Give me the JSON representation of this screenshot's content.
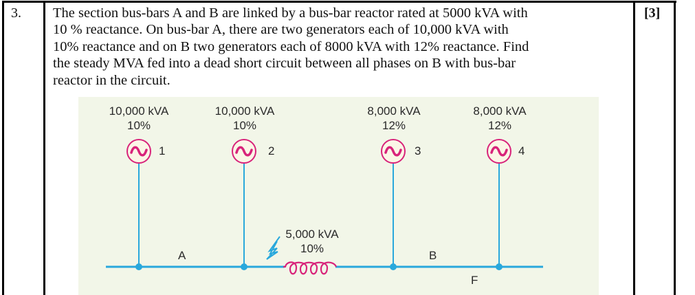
{
  "question": {
    "number": "3.",
    "text_lines": [
      "The section bus-bars A and B are linked by a bus-bar reactor rated at 5000 kVA with",
      "10 % reactance. On bus-bar A, there are two generators each of 10,000 kVA with",
      "10% reactance and on B two generators each of 8000 kVA with 12% reactance. Find",
      "the steady MVA fed into a dead short circuit between all phases on B with bus-bar",
      "reactor in the circuit."
    ],
    "marks": "[3]"
  },
  "diagram": {
    "colors": {
      "background": "#f2f6e8",
      "line": "#29a8dc",
      "generator": "#d8237a",
      "generator_fill": "#fbf6e6",
      "reactor": "#d8237a",
      "text": "#2a2a2a"
    },
    "generators": [
      {
        "id": "1",
        "rating": "10,000 kVA",
        "reactance": "10%"
      },
      {
        "id": "2",
        "rating": "10,000 kVA",
        "reactance": "10%"
      },
      {
        "id": "3",
        "rating": "8,000 kVA",
        "reactance": "12%"
      },
      {
        "id": "4",
        "rating": "8,000 kVA",
        "reactance": "12%"
      }
    ],
    "reactor": {
      "rating": "5,000 kVA",
      "reactance": "10%"
    },
    "busbars": {
      "a": "A",
      "b": "B"
    },
    "fault_label": "F",
    "generator_symbol": "~"
  }
}
